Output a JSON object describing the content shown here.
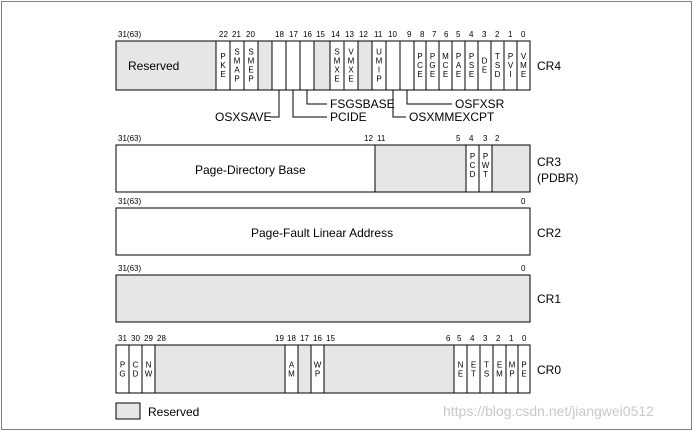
{
  "cr4": {
    "name": "CR4",
    "reserved_label": "Reserved",
    "tick_high": "31(63)",
    "ticks": [
      "22",
      "21",
      "20",
      "18",
      "17",
      "16",
      "15",
      "14",
      "13",
      "12",
      "11",
      "10",
      "9",
      "8",
      "7",
      "6",
      "5",
      "4",
      "3",
      "2",
      "1",
      "0"
    ],
    "fields": [
      "PKE",
      "SMAP",
      "SMEP",
      "SMXE",
      "VMXE",
      "UMIP",
      "PCE",
      "PGE",
      "MCE",
      "PAE",
      "PSE",
      "DE",
      "TSD",
      "PVI",
      "VME"
    ],
    "callouts": [
      "OSXSAVE",
      "PCIDE",
      "FSGSBASE",
      "OSXMMEXCPT",
      "OSFXSR"
    ]
  },
  "cr3": {
    "name": "CR3",
    "subname": "(PDBR)",
    "ticks": [
      "31(63)",
      "12",
      "11",
      "5",
      "4",
      "3",
      "2"
    ],
    "base_label": "Page-Directory Base",
    "fields": [
      "PCD",
      "PWT"
    ]
  },
  "cr2": {
    "name": "CR2",
    "ticks": [
      "31(63)",
      "0"
    ],
    "label": "Page-Fault Linear Address"
  },
  "cr1": {
    "name": "CR1",
    "ticks": [
      "31(63)",
      "0"
    ]
  },
  "cr0": {
    "name": "CR0",
    "ticks": [
      "31",
      "30",
      "29",
      "28",
      "19",
      "18",
      "17",
      "16",
      "15",
      "6",
      "5",
      "4",
      "3",
      "2",
      "1",
      "0"
    ],
    "fields": [
      "PG",
      "CD",
      "NW",
      "AM",
      "WP",
      "NE",
      "ET",
      "TS",
      "EM",
      "MP",
      "PE"
    ]
  },
  "legend": {
    "label": "Reserved"
  },
  "watermark": "https://blog.csdn.net/jiangwei0512",
  "colors": {
    "reserved_fill": "#e6e6e6",
    "border": "#000000",
    "frame": "#7f7f7f",
    "watermark": "#c8c8c8"
  }
}
